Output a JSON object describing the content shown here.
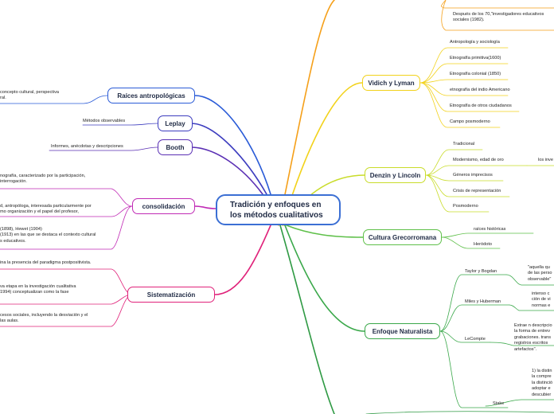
{
  "central_topic": {
    "line1": "Tradición y enfoques en",
    "line2": "los métodos cualitativos"
  },
  "branches": {
    "raices": "Raíces antropológicas",
    "leplay": "Leplay",
    "booth": "Booth",
    "consolidacion": "consolidación",
    "sistematizacion": "Sistematización",
    "vidich": "Vidich y Lyman",
    "denzin": "Denzin y Lincoln",
    "grecorromana": "Cultura Grecorromana",
    "naturalista": "Enfoque Naturalista"
  },
  "left_notes": {
    "raices": [
      "concepto cultural, perspectiva",
      "ral."
    ],
    "leplay": "Métodos observables",
    "booth": "Informes, anécdotas y descripciones",
    "consolidacion_1": [
      "nografía, caracterizado por la participación,",
      "interrogación."
    ],
    "consolidacion_2": [
      "d, antropóloga, interesada particularmente por",
      "mo organización y el papel del profesor,"
    ],
    "consolidacion_3": [
      "(1898), Hewet (1904)",
      "(1913) en las que se destaca el contexto cultural",
      "s educativos."
    ],
    "sistematizacion_1": [
      "ina la presencia del paradigma postpositivista."
    ],
    "sistematizacion_2": [
      "va etapa en la investigación cualitativa",
      "1994) conceptualizan como la fase"
    ],
    "sistematizacion_3": [
      "cesos sociales, incluyendo la desviación y el",
      "las aulas."
    ]
  },
  "top_note": [
    "Después de los 70,\"investigadores educativos",
    "sociales (1982)."
  ],
  "vidich_items": [
    "Antropología y sociología",
    "Etnografía primitiva(1600)",
    "Etnografía colonial (1850)",
    "etnografía del indio Americano",
    "Etnografía de otros ciudadanos",
    "Campo posmoderno"
  ],
  "denzin_items": [
    "Tradicional",
    "Modernismo, edad de oro",
    "Géneros imprecisos",
    "Crisis de representación",
    "Posmoderno"
  ],
  "denzin_sub": "los inve",
  "grecorromana_items": [
    "raíces históricas",
    "Heródoto"
  ],
  "naturalista_items": {
    "taylor": "Taylor y Bogdan",
    "miles": "Miles y Huberman",
    "lecompte": "LeCompte",
    "stake": "Stake"
  },
  "naturalista_notes": {
    "taylor": [
      "\"aquella qu",
      "de las perso",
      "observable\""
    ],
    "miles": [
      "intenso c",
      "ción de vi",
      "normas e"
    ],
    "lecompte": [
      "Extrae n descripcio",
      "la forma de entrev",
      "grabaciones. trans",
      "registros escritos",
      "artefactos\"."
    ],
    "stake": [
      "1) la distin",
      "la compre",
      "la distinció",
      "adoptar e",
      "descubier"
    ]
  }
}
